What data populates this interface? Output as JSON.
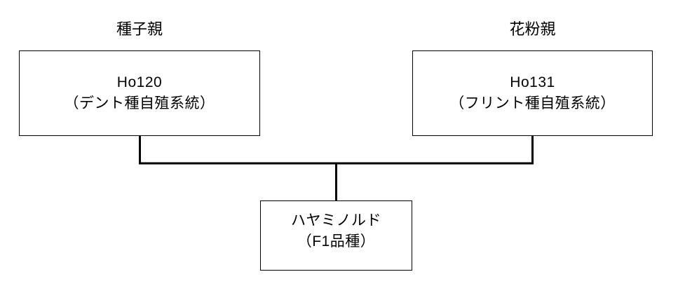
{
  "diagram": {
    "type": "pedigree-crossing-chart",
    "background_color": "#ffffff",
    "line_color": "#000000",
    "text_color": "#000000",
    "labels": {
      "seed_parent": "種子親",
      "pollen_parent": "花粉親"
    },
    "nodes": {
      "seed_parent": {
        "name": "Ho120",
        "description": "（デント種自殖系統）"
      },
      "pollen_parent": {
        "name": "Ho131",
        "description": "（フリント種自殖系統）"
      },
      "offspring": {
        "name": "ハヤミノルド",
        "description": "（F1品種）"
      }
    }
  }
}
